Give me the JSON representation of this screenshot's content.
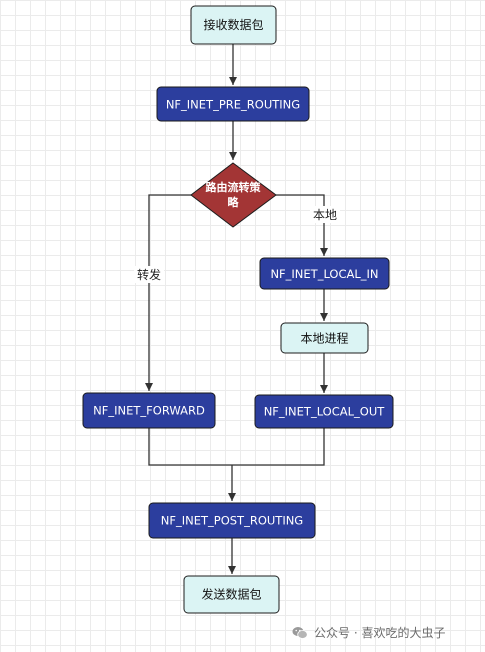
{
  "nodes": {
    "start": "接收数据包",
    "pre_routing": "NF_INET_PRE_ROUTING",
    "decision": [
      "路由流转策",
      "略"
    ],
    "local_in": "NF_INET_LOCAL_IN",
    "local_process": "本地进程",
    "forward": "NF_INET_FORWARD",
    "local_out": "NF_INET_LOCAL_OUT",
    "post_routing": "NF_INET_POST_ROUTING",
    "end": "发送数据包"
  },
  "edge_labels": {
    "local": "本地",
    "forward": "转发"
  },
  "watermark": {
    "text": "公众号 · 喜欢吃的大虫子",
    "icon": "wechat-icon"
  },
  "colors": {
    "light_fill": "#dbf4f4",
    "dark_fill": "#2c3e9e",
    "decision_fill": "#a33535",
    "stroke": "#1c1c1c"
  }
}
